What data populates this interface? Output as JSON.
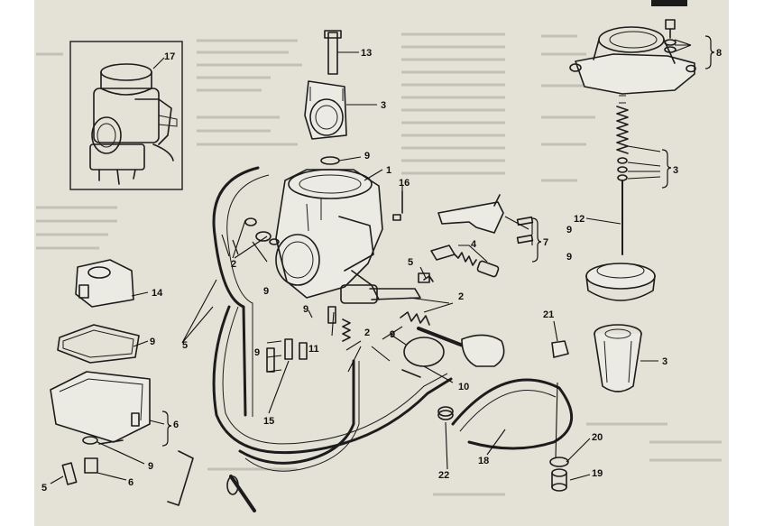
{
  "callouts": [
    {
      "id": "c13a",
      "text": "13"
    },
    {
      "id": "c3a",
      "text": "3"
    },
    {
      "id": "c9a",
      "text": "9"
    },
    {
      "id": "c1",
      "text": "1"
    },
    {
      "id": "c16",
      "text": "16"
    },
    {
      "id": "c17",
      "text": "17"
    },
    {
      "id": "c8",
      "text": "8"
    },
    {
      "id": "c3b",
      "text": "3"
    },
    {
      "id": "c12",
      "text": "12"
    },
    {
      "id": "c7",
      "text": "7"
    },
    {
      "id": "c4",
      "text": "4"
    },
    {
      "id": "c5a",
      "text": "5"
    },
    {
      "id": "c9b",
      "text": "9"
    },
    {
      "id": "c2a",
      "text": "2"
    },
    {
      "id": "c9c",
      "text": "9"
    },
    {
      "id": "c2b",
      "text": "2"
    },
    {
      "id": "c9d",
      "text": "9"
    },
    {
      "id": "c11",
      "text": "11"
    },
    {
      "id": "c14",
      "text": "14"
    },
    {
      "id": "c9e",
      "text": "9"
    },
    {
      "id": "c5b",
      "text": "5"
    },
    {
      "id": "c9f",
      "text": "9"
    },
    {
      "id": "c15",
      "text": "15"
    },
    {
      "id": "c2c",
      "text": "2"
    },
    {
      "id": "c9g",
      "text": "9"
    },
    {
      "id": "c21",
      "text": "21"
    },
    {
      "id": "c3c",
      "text": "3"
    },
    {
      "id": "c10",
      "text": "10"
    },
    {
      "id": "c6a",
      "text": "6"
    },
    {
      "id": "c9h",
      "text": "9"
    },
    {
      "id": "c5c",
      "text": "5"
    },
    {
      "id": "c6b",
      "text": "6"
    },
    {
      "id": "c22",
      "text": "22"
    },
    {
      "id": "c18",
      "text": "18"
    },
    {
      "id": "c20",
      "text": "20"
    },
    {
      "id": "c19",
      "text": "19"
    },
    {
      "id": "c9i",
      "text": "9"
    }
  ]
}
